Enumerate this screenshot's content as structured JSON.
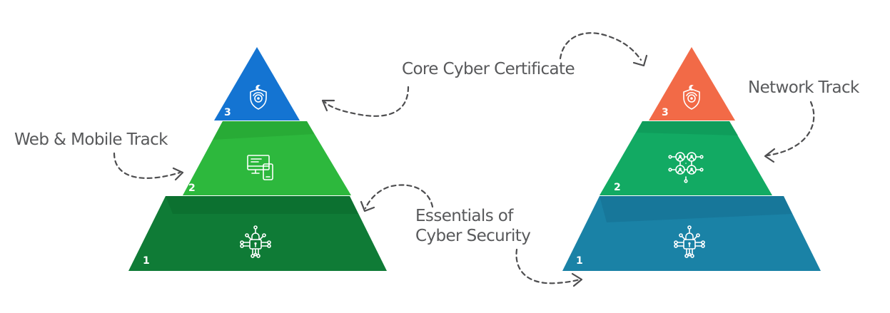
{
  "labels": {
    "core": "Core Cyber Certificate",
    "web_mobile": "Web & Mobile Track",
    "network": "Network Track",
    "essentials_line1": "Essentials of",
    "essentials_line2": "Cyber Security"
  },
  "left_pyramid": {
    "tiers": [
      {
        "number": "1",
        "icon": "circuit-lock-icon",
        "color": "#0f7b36",
        "shade": "#0a6a2d"
      },
      {
        "number": "2",
        "icon": "desktop-mobile-icon",
        "color": "#2db83d",
        "shade": "#24a232"
      },
      {
        "number": "3",
        "icon": "shield-emblem-icon",
        "color": "#1474d2",
        "shade": "#1166bb"
      }
    ]
  },
  "right_pyramid": {
    "tiers": [
      {
        "number": "1",
        "icon": "circuit-lock-icon",
        "color": "#1a82a6",
        "shade": "#156f92"
      },
      {
        "number": "2",
        "icon": "network-users-icon",
        "color": "#12aa63",
        "shade": "#0e9456"
      },
      {
        "number": "3",
        "icon": "shield-emblem-icon",
        "color": "#f26a47",
        "shade": "#e05c3b"
      }
    ]
  }
}
